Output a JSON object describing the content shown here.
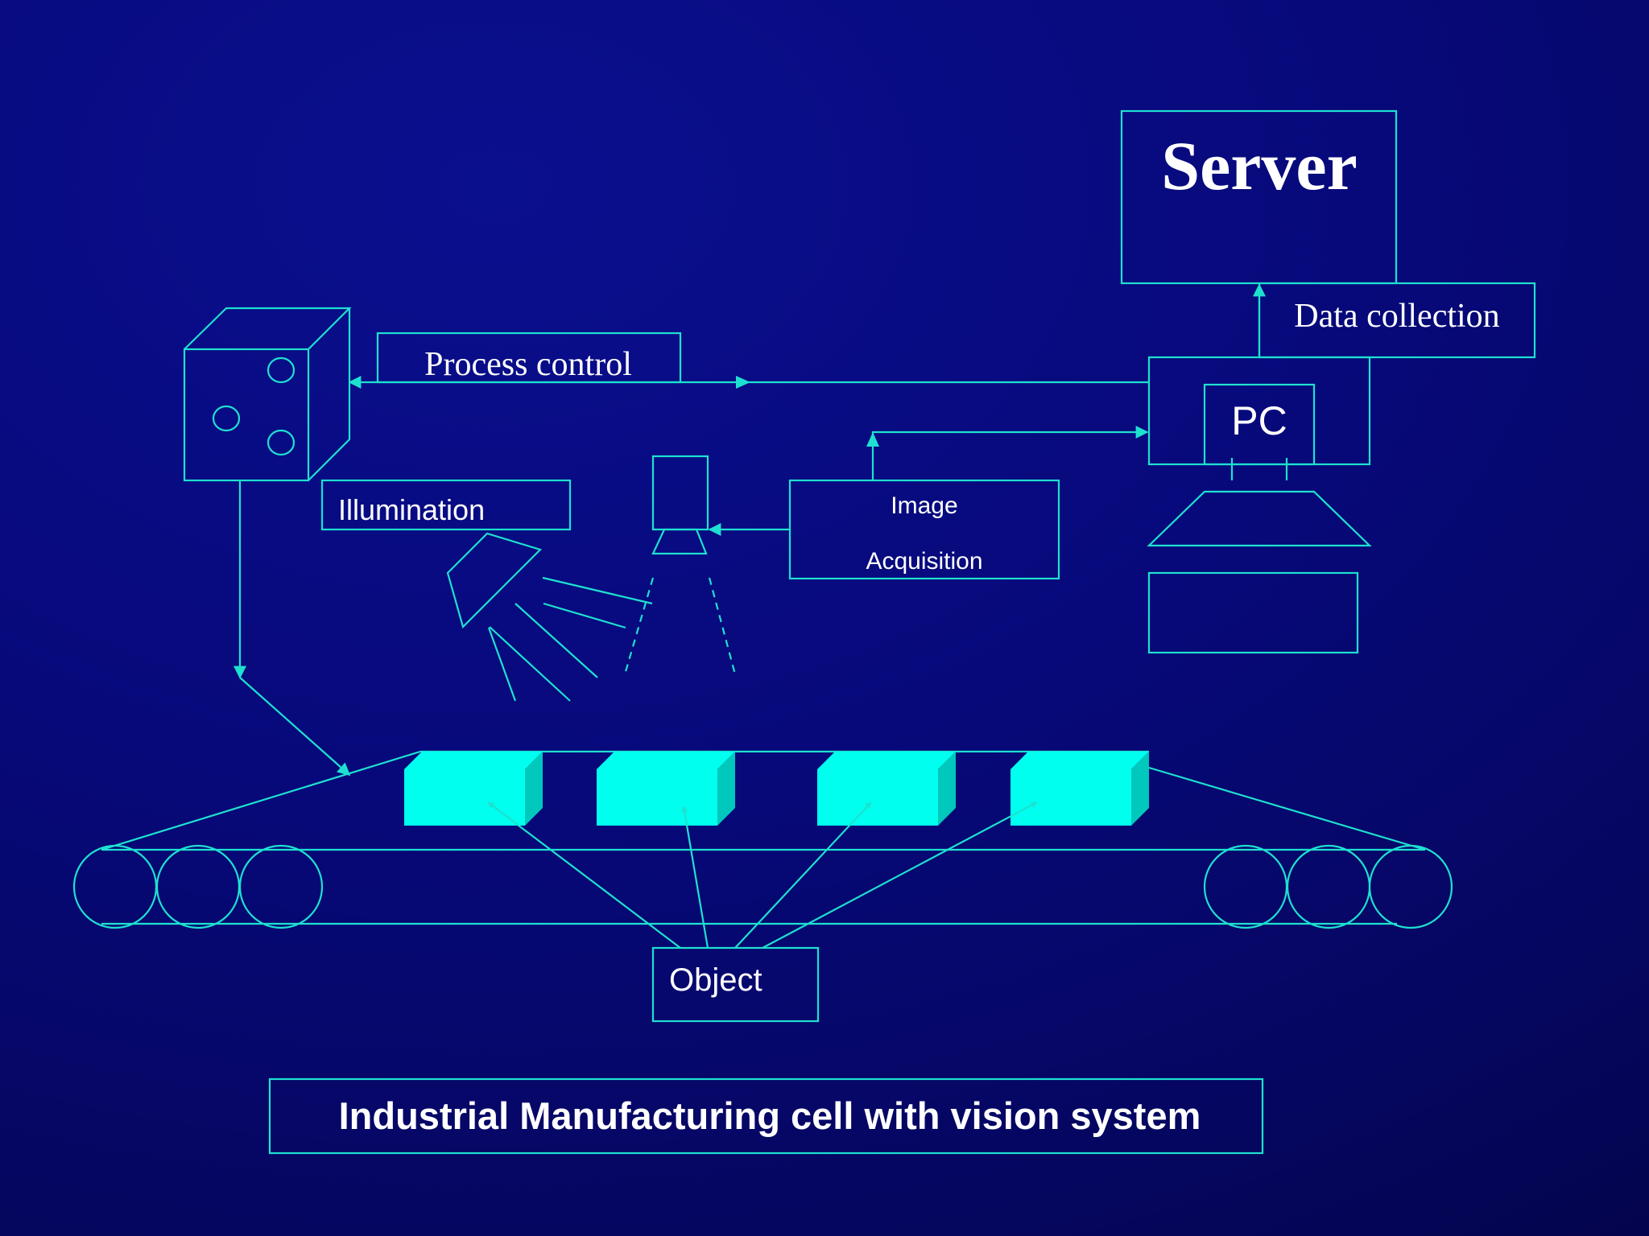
{
  "colors": {
    "background": "#07097a",
    "line": "#1ee0d0",
    "object_fill": "#00ffee",
    "object_side": "#00c8bc",
    "text": "#ffffff"
  },
  "labels": {
    "server": "Server",
    "data_collection": "Data collection",
    "process_control": "Process control",
    "pc": "PC",
    "illumination": "Illumination",
    "image": "Image",
    "acquisition": "Acquisition",
    "object": "Object"
  },
  "caption": "Industrial Manufacturing cell with vision system"
}
